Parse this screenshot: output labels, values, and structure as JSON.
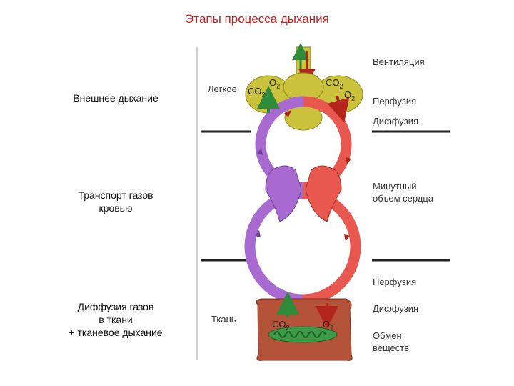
{
  "title": "Этапы процесса дыхания",
  "left_labels": {
    "external": "Внешнее дыхание",
    "transport_line1": "Транспорт газов",
    "transport_line2": "кровью",
    "tissue_line1": "Диффузия газов",
    "tissue_line2": "в ткани",
    "tissue_line3": "+ тканевое дыхание"
  },
  "panel_labels": {
    "lung": "Легкое",
    "tissue": "Ткань"
  },
  "gases": {
    "co2_main": "CO",
    "co2_sub": "2",
    "o2_main": "O",
    "o2_sub": "2"
  },
  "right_labels": {
    "ventilation": "Вентиляция",
    "perfusion_top": "Перфузия",
    "diffusion_top": "Диффузия",
    "cardiac_line1": "Минутный",
    "cardiac_line2": "объем сердца",
    "perfusion_bottom": "Перфузия",
    "diffusion_bottom": "Диффузия",
    "exchange_line1": "Обмен",
    "exchange_line2": "веществ"
  },
  "colors": {
    "title": "#d11a1a",
    "arterial": "#e8584f",
    "venous": "#a86ad0",
    "lung": "#c9c23a",
    "tissue": "#b5523a",
    "mitochondrion": "#3a9a45"
  }
}
